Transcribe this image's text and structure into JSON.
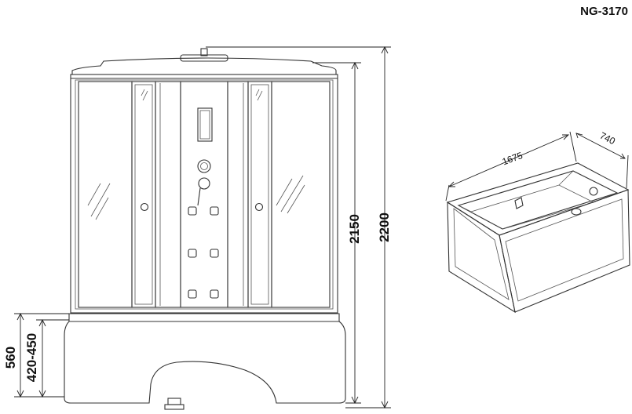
{
  "model": "NG-3170",
  "dimensions": {
    "total_height": "2200",
    "cabin_height": "2150",
    "tray_height": "560",
    "tray_rim_range": "420-450",
    "tub_length": "1675",
    "tub_width": "740"
  }
}
